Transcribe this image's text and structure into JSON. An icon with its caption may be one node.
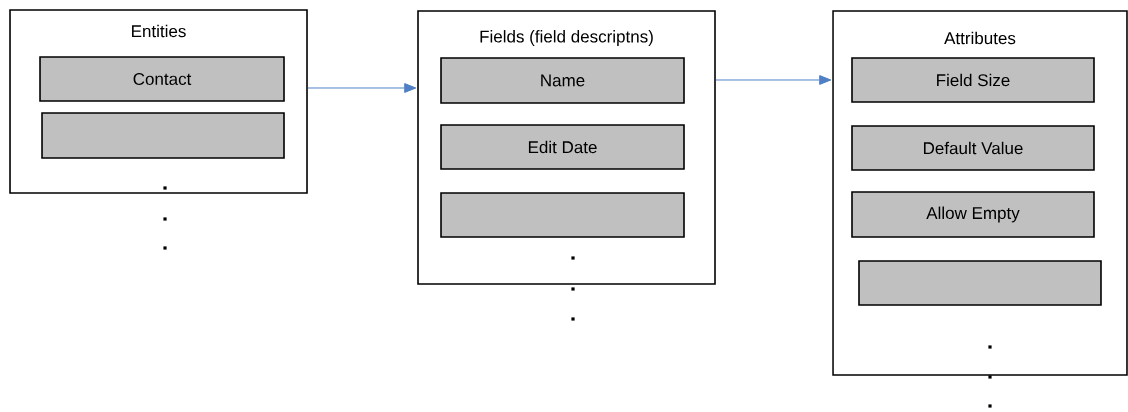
{
  "diagram": {
    "nodes": [
      {
        "text": [
          "Entities"
        ]
      },
      {
        "text": [
          "Contact"
        ],
        "in": 0
      },
      {
        "text": [],
        "shape": "box",
        "in": 0
      },
      {
        "text": [
          "Fields (field descriptns)"
        ]
      },
      {
        "text": [
          "Name"
        ],
        "in": 3
      },
      {
        "text": [
          "Edit Date"
        ],
        "in": 3
      },
      {
        "text": [],
        "shape": "box",
        "in": 3
      },
      {
        "text": [
          "Attributes"
        ]
      },
      {
        "text": [
          "Field Size"
        ],
        "in": 7
      },
      {
        "text": [
          "Default Value"
        ],
        "in": 7
      },
      {
        "text": [
          "Allow Empty"
        ],
        "in": 7
      },
      {
        "text": [],
        "shape": "box",
        "in": 7
      }
    ],
    "edges": [
      {
        "from": 0,
        "to": 3,
        "arrow": "to"
      },
      {
        "from": 3,
        "to": 7,
        "arrow": "to"
      }
    ]
  }
}
